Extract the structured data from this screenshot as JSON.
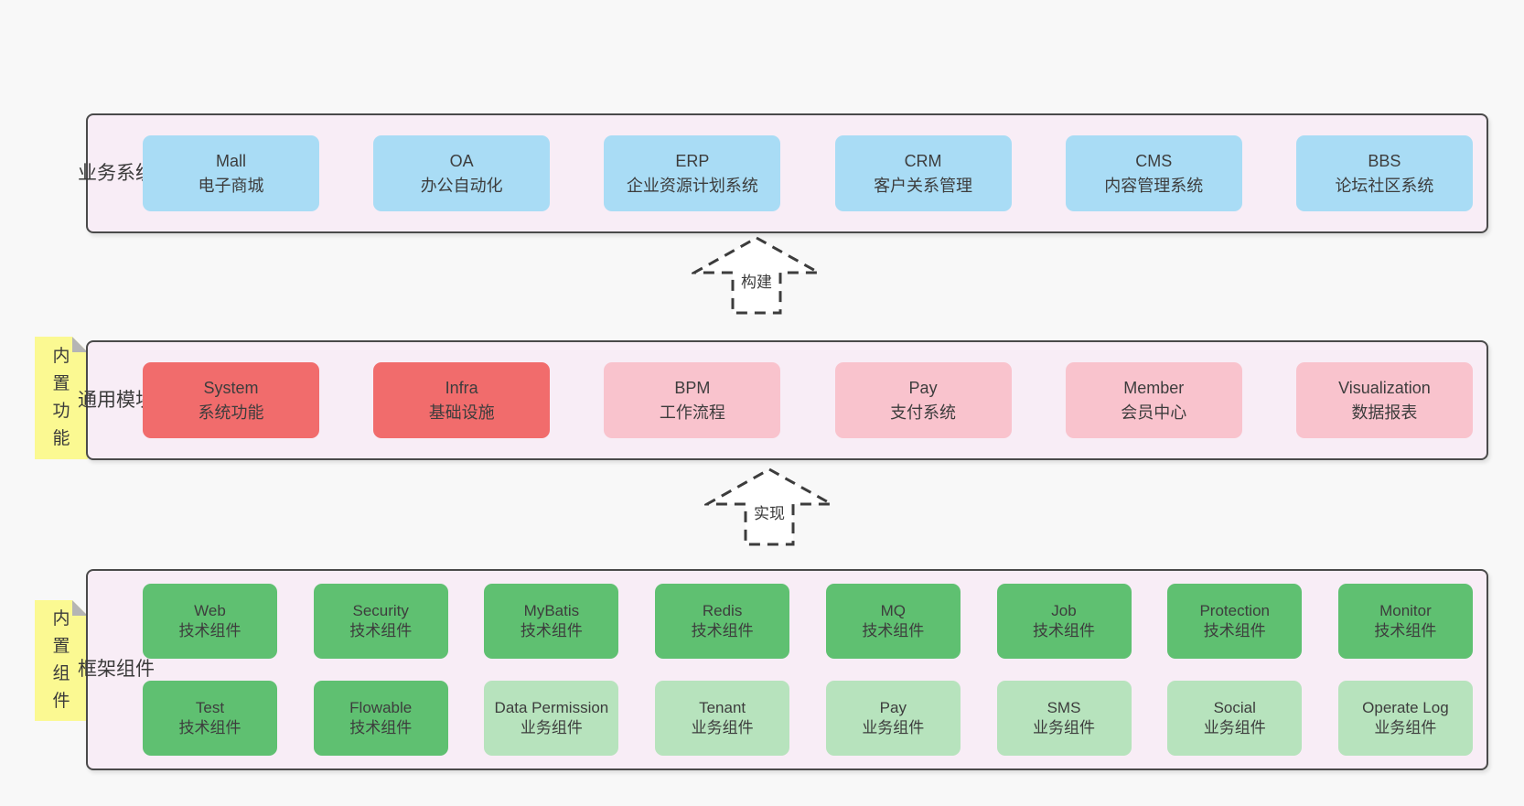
{
  "page": {
    "background": "#f8f8f8"
  },
  "colors": {
    "blue": "#a9dcf5",
    "red": "#f16c6c",
    "pink": "#f9c3cd",
    "green": "#5fc071",
    "green_light": "#b7e3bd",
    "band_bg": "#f8edf6",
    "band_border": "#4a4a4a",
    "tag_bg": "#fbf992",
    "tag_fold": "#b5b5b5",
    "text": "#3d3d3d"
  },
  "bands": [
    {
      "label": "业务系统",
      "boxes": [
        {
          "name": "Mall",
          "desc": "电子商城",
          "type": "blue"
        },
        {
          "name": "OA",
          "desc": "办公自动化",
          "type": "blue"
        },
        {
          "name": "ERP",
          "desc": "企业资源计划系统",
          "type": "blue"
        },
        {
          "name": "CRM",
          "desc": "客户关系管理",
          "type": "blue"
        },
        {
          "name": "CMS",
          "desc": "内容管理系统",
          "type": "blue"
        },
        {
          "name": "BBS",
          "desc": "论坛社区系统",
          "type": "blue"
        }
      ]
    },
    {
      "label": "通用模块",
      "tag": "内置功能",
      "boxes": [
        {
          "name": "System",
          "desc": "系统功能",
          "type": "red"
        },
        {
          "name": "Infra",
          "desc": "基础设施",
          "type": "red"
        },
        {
          "name": "BPM",
          "desc": "工作流程",
          "type": "pink"
        },
        {
          "name": "Pay",
          "desc": "支付系统",
          "type": "pink"
        },
        {
          "name": "Member",
          "desc": "会员中心",
          "type": "pink"
        },
        {
          "name": "Visualization",
          "desc": "数据报表",
          "type": "pink"
        }
      ]
    },
    {
      "label": "框架组件",
      "tag": "内置组件",
      "rows": [
        [
          {
            "name": "Web",
            "desc": "技术组件",
            "type": "green"
          },
          {
            "name": "Security",
            "desc": "技术组件",
            "type": "green"
          },
          {
            "name": "MyBatis",
            "desc": "技术组件",
            "type": "green"
          },
          {
            "name": "Redis",
            "desc": "技术组件",
            "type": "green"
          },
          {
            "name": "MQ",
            "desc": "技术组件",
            "type": "green"
          },
          {
            "name": "Job",
            "desc": "技术组件",
            "type": "green"
          },
          {
            "name": "Protection",
            "desc": "技术组件",
            "type": "green"
          },
          {
            "name": "Monitor",
            "desc": "技术组件",
            "type": "green"
          }
        ],
        [
          {
            "name": "Test",
            "desc": "技术组件",
            "type": "green"
          },
          {
            "name": "Flowable",
            "desc": "技术组件",
            "type": "green"
          },
          {
            "name": "Data Permission",
            "desc": "业务组件",
            "type": "green_light"
          },
          {
            "name": "Tenant",
            "desc": "业务组件",
            "type": "green_light"
          },
          {
            "name": "Pay",
            "desc": "业务组件",
            "type": "green_light"
          },
          {
            "name": "SMS",
            "desc": "业务组件",
            "type": "green_light"
          },
          {
            "name": "Social",
            "desc": "业务组件",
            "type": "green_light"
          },
          {
            "name": "Operate Log",
            "desc": "业务组件",
            "type": "green_light"
          }
        ]
      ]
    }
  ],
  "arrows": [
    {
      "label": "构建"
    },
    {
      "label": "实现"
    }
  ]
}
